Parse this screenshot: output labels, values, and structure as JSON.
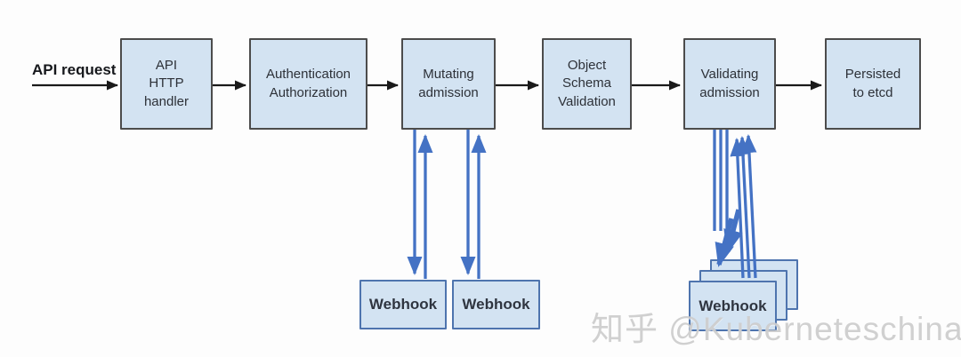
{
  "diagram": {
    "request_label": "API request",
    "flow_boxes": [
      {
        "label": "API\nHTTP\nhandler"
      },
      {
        "label": "Authentication\nAuthorization"
      },
      {
        "label": "Mutating\nadmission"
      },
      {
        "label": "Object\nSchema\nValidation"
      },
      {
        "label": "Validating\nadmission"
      },
      {
        "label": "Persisted\nto etcd"
      }
    ],
    "mutating_webhooks": [
      {
        "label": "Webhook"
      },
      {
        "label": "Webhook"
      }
    ],
    "validating_webhook_stack": {
      "label": "Webhook",
      "stack_count": 3
    },
    "colors": {
      "box_fill": "#d3e3f2",
      "box_border": "#4c4c4c",
      "webhook_border": "#4e74ae",
      "arrow_black": "#1a1a1a",
      "arrow_blue": "#4472c4",
      "watermark_gray": "#cbcbcb"
    }
  },
  "watermark": {
    "text": "知乎 @Kuberneteschina"
  }
}
